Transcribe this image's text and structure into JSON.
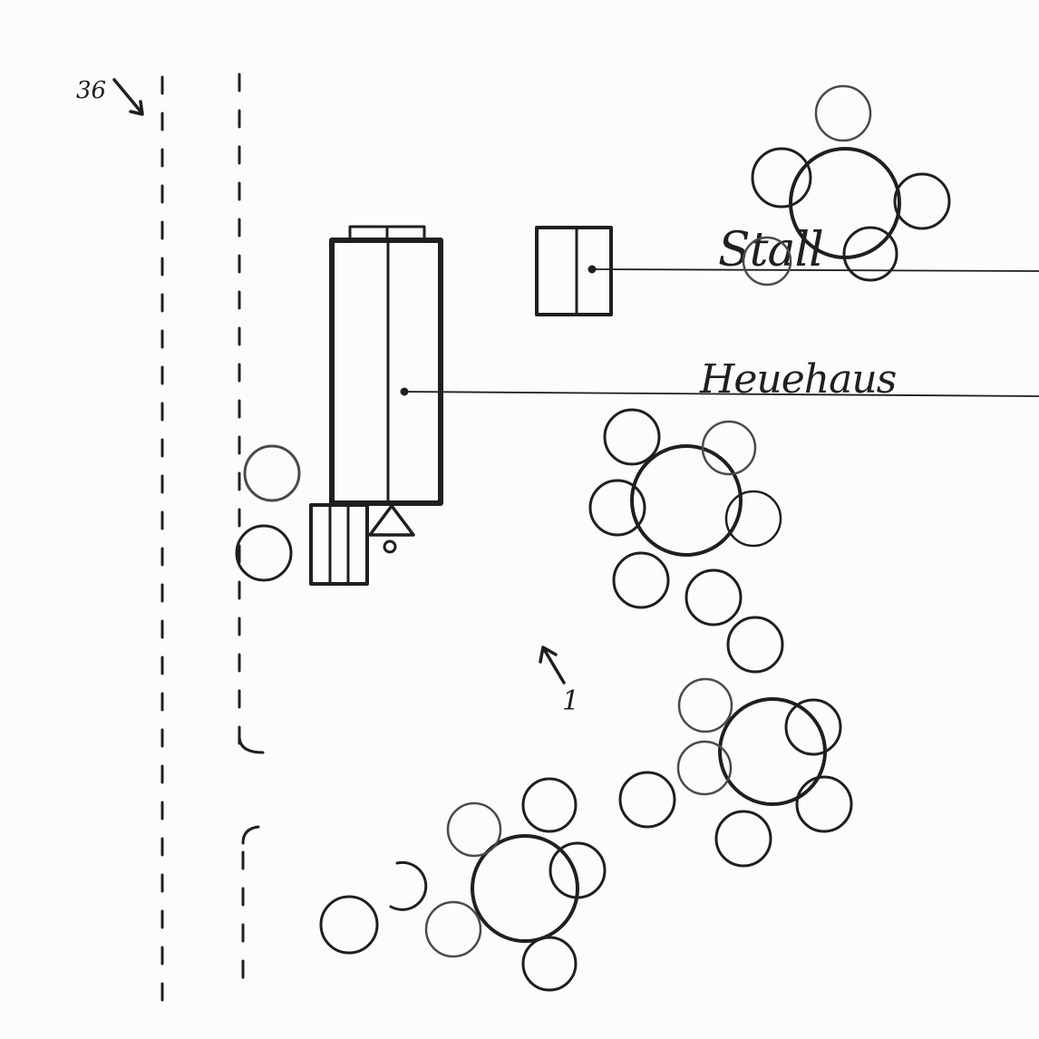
{
  "labels": {
    "stall": "Stall",
    "heuehaus": "Heuehaus",
    "ref_36": "36",
    "ref_1": "1"
  },
  "colors": {
    "ink": "#1f1f1f",
    "paper": "#fcfcfa"
  }
}
